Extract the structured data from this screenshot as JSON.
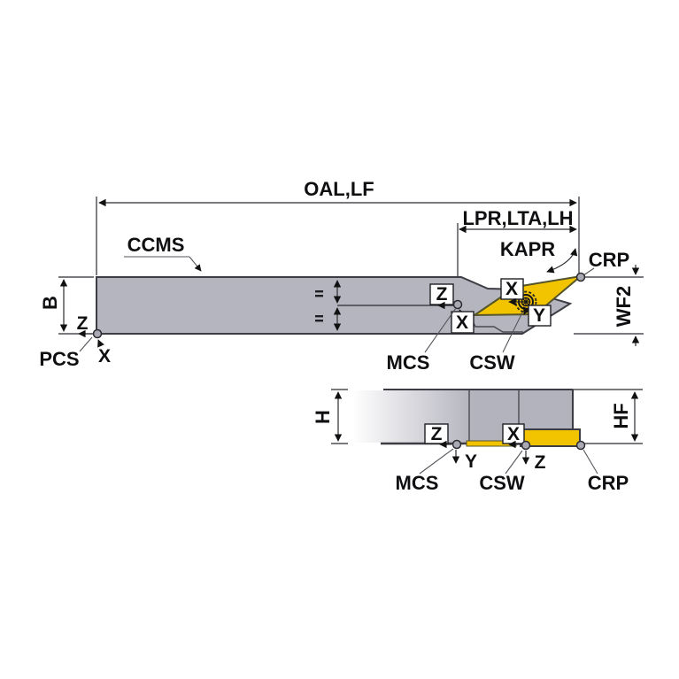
{
  "diagram": {
    "labels": {
      "oal": "OAL,LF",
      "lpr": "LPR,LTA,LH",
      "kapr": "KAPR",
      "crp": "CRP",
      "ccms": "CCMS",
      "wf2": "WF2",
      "b": "B",
      "h": "H",
      "hf": "HF",
      "pcs": "PCS",
      "mcs": "MCS",
      "csw": "CSW",
      "x": "X",
      "y": "Y",
      "z": "Z"
    },
    "colors": {
      "insert_yellow": "#F2C400",
      "body_gray": "#B5B5BF",
      "line_dark": "#2B2B31"
    }
  }
}
